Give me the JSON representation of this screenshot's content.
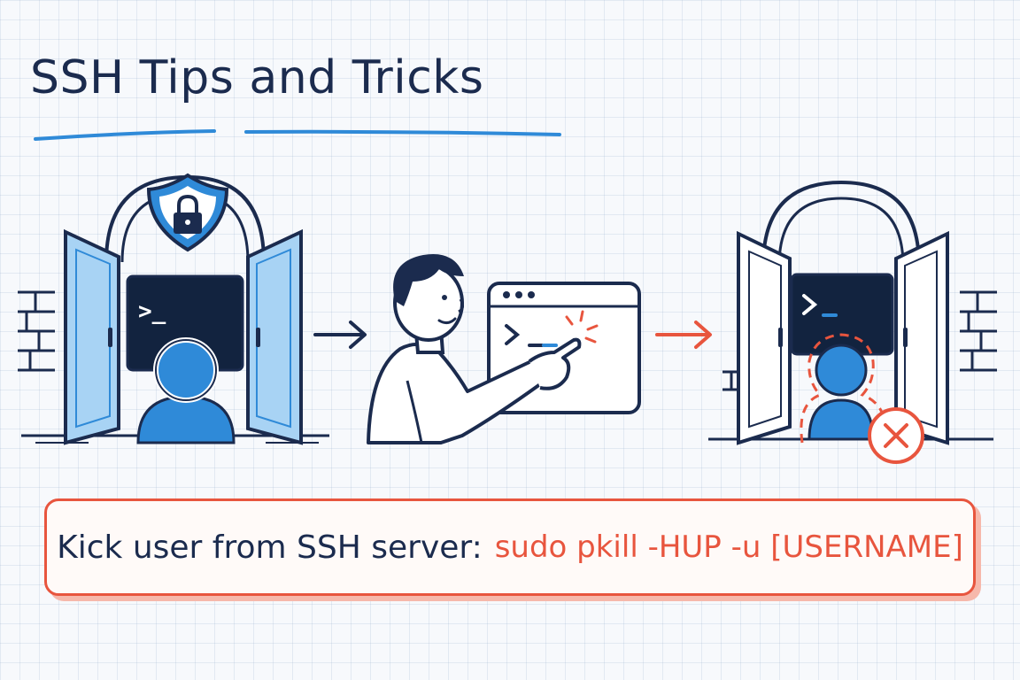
{
  "title": "SSH Tips and Tricks",
  "terminal_prompt": ">_",
  "tip": {
    "label": "Kick user from SSH server:",
    "command": "sudo pkill -HUP -u [USERNAME]"
  },
  "colors": {
    "ink": "#1b2b4e",
    "blue": "#2f8ad8",
    "light_blue": "#a8d3f4",
    "red": "#e8553e"
  },
  "icons": [
    "shield-lock-icon",
    "terminal-icon",
    "user-icon",
    "arrow-right-icon",
    "close-icon"
  ]
}
